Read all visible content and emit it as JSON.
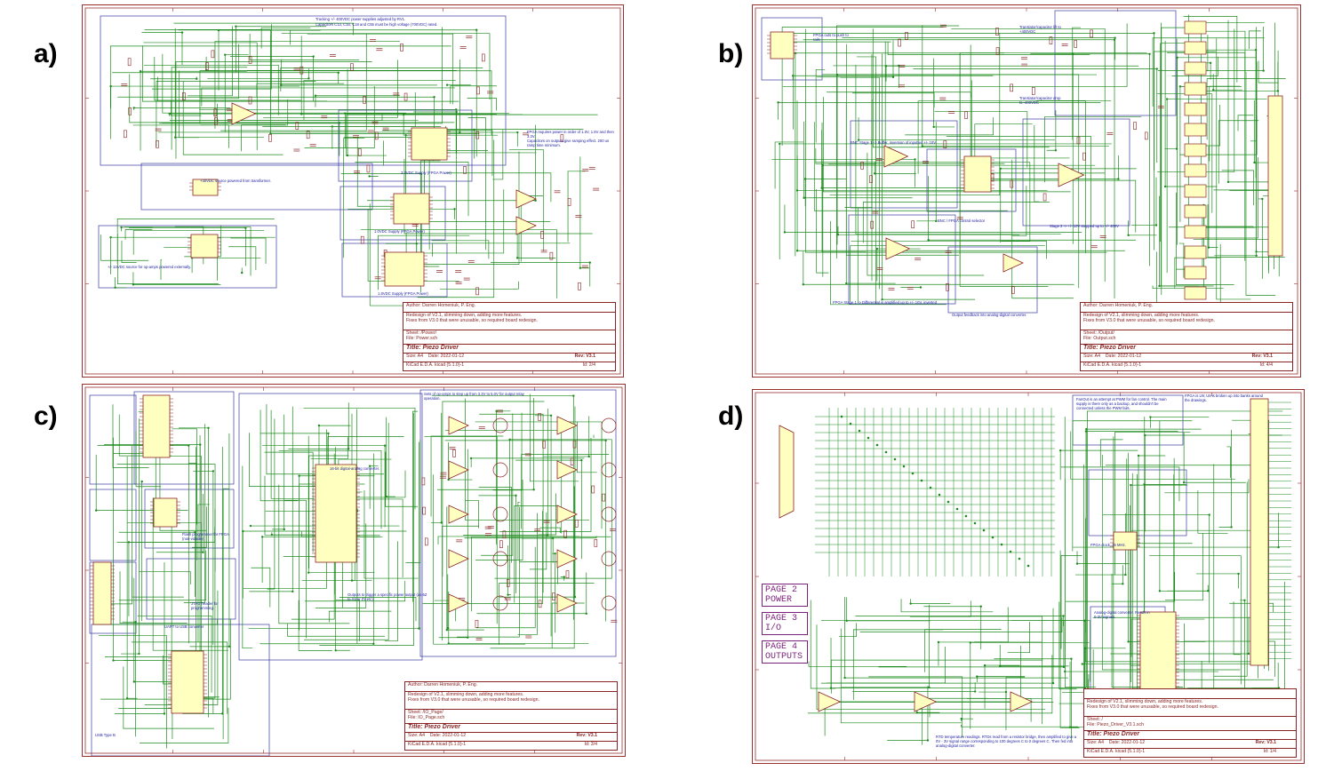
{
  "panels": [
    {
      "label": "a)",
      "author": "Author: Darren Homeniuk, P. Eng.",
      "redesign": "Redesign of V2.1, slimming down, adding more features.",
      "fixes": "Fixes from V3.0 that were unusable, so required board redesign.",
      "sheet": "Sheet: /Power/",
      "file": "File: Power.sch",
      "title": "Title: Piezo Driver",
      "size": "Size: A4",
      "date": "Date: 2022-01-12",
      "kicad": "KiCad E.D.A.  kicad (5.1.0)-1",
      "rev": "Rev: V3.1",
      "id": "Id: 2/4",
      "notes": [
        "Tracking +/- 400VDC power supplies adjusted by RV1.",
        "Capacitors C13, C16, C18 and C55 must be high voltage (700VDC) rated.",
        "FPGA requires power in order of 1.0V, 1.8V and then 3.3V.",
        "Capacitors on outputs give ramping effect. 200 us ramp time minimum.",
        "+/- 12VDC source for op-amps powered externally.",
        "+30VDC source powered from transformer.",
        "3.3VDC Supply (FPGA Power)",
        "1.0VDC Supply (FPGA Power)",
        "1.8VDC Supply (FPGA Power)"
      ]
    },
    {
      "label": "b)",
      "author": "Author: Darren Homeniuk, P. Eng.",
      "redesign": "Redesign of V2.1, slimming down, adding more features.",
      "fixes": "Fixes from V3.0 that were unusable, so required board redesign.",
      "sheet": "Sheet: /Output/",
      "file": "File: Output.sch",
      "title": "Title: Piezo Driver",
      "size": "Size: A4",
      "date": "Date: 2022-01-12",
      "kicad": "KiCad E.D.A.  kicad (5.1.0)-1",
      "rev": "Rev: V3.1",
      "id": "Id: 4/4",
      "notes": [
        "FPGA outs to push to rails",
        "Translator/capacitor lift to +400VDC",
        "Translator/capacitor drop to -400VDC",
        "BNC Stage 1 -> Buffer, inversion of inputted +/- 10V",
        "Stage 2 -> +/- 10V stepped up to +/- 400V",
        "FPGA Stage 1 -> Differential is amplified up to +/- 10V, inverted",
        "Output feedback into analog-digital converter.",
        "BNC / FPGA control selector"
      ]
    },
    {
      "label": "c)",
      "author": "Author: Darren Homeniuk, P. Eng.",
      "redesign": "Redesign of V2.1, slimming down, adding more features.",
      "fixes": "Fixes from V3.0 that were unusable, so required board redesign.",
      "sheet": "Sheet: /IO_Page/",
      "file": "File: IO_Page.sch",
      "title": "Title: Piezo Driver",
      "size": "Size: A4",
      "date": "Date: 2022-01-12",
      "kicad": "KiCad E.D.A.  kicad (5.1.0)-1",
      "rev": "Rev: V3.1",
      "id": "Id: 3/4",
      "notes": [
        "Sets of op-amps to step up from 3.3V to 5.0V for output relay operation.",
        "16-bit digital-analog converter.",
        "Outputs to trigger a specific power output (as 6Z to Y3 or Z1 etc).",
        "Flash programmer for FPGA (non-volatile)",
        "JTAG header for programming",
        "UART to USB converter",
        "USB Type B"
      ]
    },
    {
      "label": "d)",
      "author": "",
      "redesign": "Redesign of V2.1, slimming down, adding more features.",
      "fixes": "Fixes from V3.0 that were unusable, so required board redesign.",
      "sheet": "Sheet: /",
      "file": "File: Piezo_Driver_V3.1.sch",
      "title": "Title: Piezo Driver",
      "size": "Size: A4",
      "date": "Date: 2022-01-12",
      "kicad": "KiCad E.D.A.  kicad (5.1.0)-1",
      "rev": "Rev: V3.1",
      "id": "Id: 1/4",
      "pages": [
        "PAGE 2\nPOWER",
        "PAGE 3\nI/O",
        "PAGE 4\nOUTPUTS"
      ],
      "notes": [
        "FanOut is an attempt at PWM for fan control. The main supply is there only as a backup, and shouldn't be connected unless the PWM fails.",
        "FPGA is U9; U9 is broken up into banks around the drawings.",
        "FPGA clock, 25 MHz.",
        "Analog-digital converter. Reads in 0-3V signals.",
        "RTD temperature readings. RTDs read from a resistor bridge, then amplified to give a 0V - 3V signal range corresponding to 100 degrees C to 0 degrees C. Then fed into analog-digital converter."
      ]
    }
  ]
}
